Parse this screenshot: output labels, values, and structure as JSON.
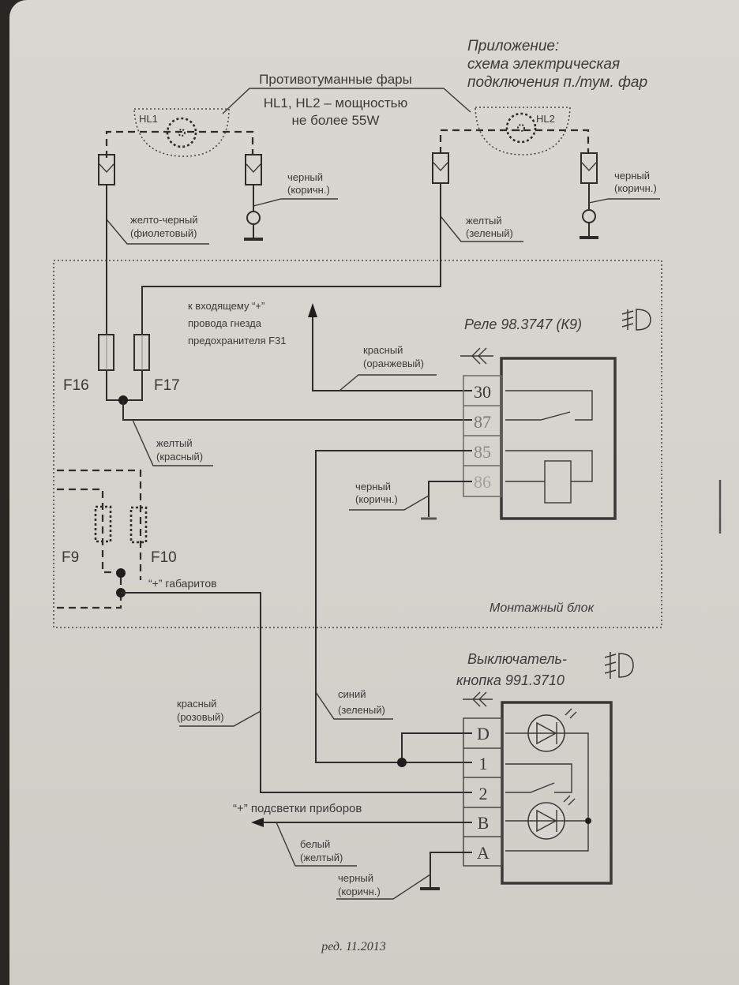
{
  "appendix": {
    "line1": "Приложение:",
    "line2": "схема электрическая",
    "line3": "подключения п./тум. фар"
  },
  "fog_lights": {
    "title": "Противотуманные фары",
    "line2": "HL1, HL2 – мощностью",
    "line3": "не более 55W",
    "hl1": "HL1",
    "hl2": "HL2"
  },
  "wires": {
    "hl1_feed": [
      "желто-черный",
      "(фиолетовый)"
    ],
    "hl1_ground": [
      "черный",
      "(коричн.)"
    ],
    "hl2_feed": [
      "желтый",
      "(зеленый)"
    ],
    "hl2_ground": [
      "черный",
      "(коричн.)"
    ],
    "fuse_out": [
      "желтый",
      "(красный)"
    ],
    "relay_30": [
      "красный",
      "(оранжевый)"
    ],
    "relay_86": [
      "черный",
      "(коричн.)"
    ],
    "side_lights": [
      "красный",
      "(розовый)"
    ],
    "switch_1": [
      "синий",
      "(зеленый)"
    ],
    "switch_b": [
      "белый",
      "(желтый)"
    ],
    "switch_a": [
      "черный",
      "(коричн.)"
    ]
  },
  "notes": {
    "f31": [
      "к  входящему “+”",
      "провода гнезда",
      "предохранителя F31"
    ],
    "side_plus": "“+” габаритов",
    "dash_plus": "“+” подсветки приборов"
  },
  "fuses": {
    "f16": "F16",
    "f17": "F17",
    "f9": "F9",
    "f10": "F10"
  },
  "relay": {
    "title": "Реле 98.3747 (К9)",
    "pins": [
      "30",
      "87",
      "85",
      "86"
    ]
  },
  "mount_block": {
    "label": "Монтажный блок"
  },
  "switch": {
    "title1": "Выключатель-",
    "title2": "кнопка 991.3710",
    "pins": [
      "D",
      "1",
      "2",
      "B",
      "A"
    ]
  },
  "footer": {
    "edition": "ред.  11.2013"
  }
}
